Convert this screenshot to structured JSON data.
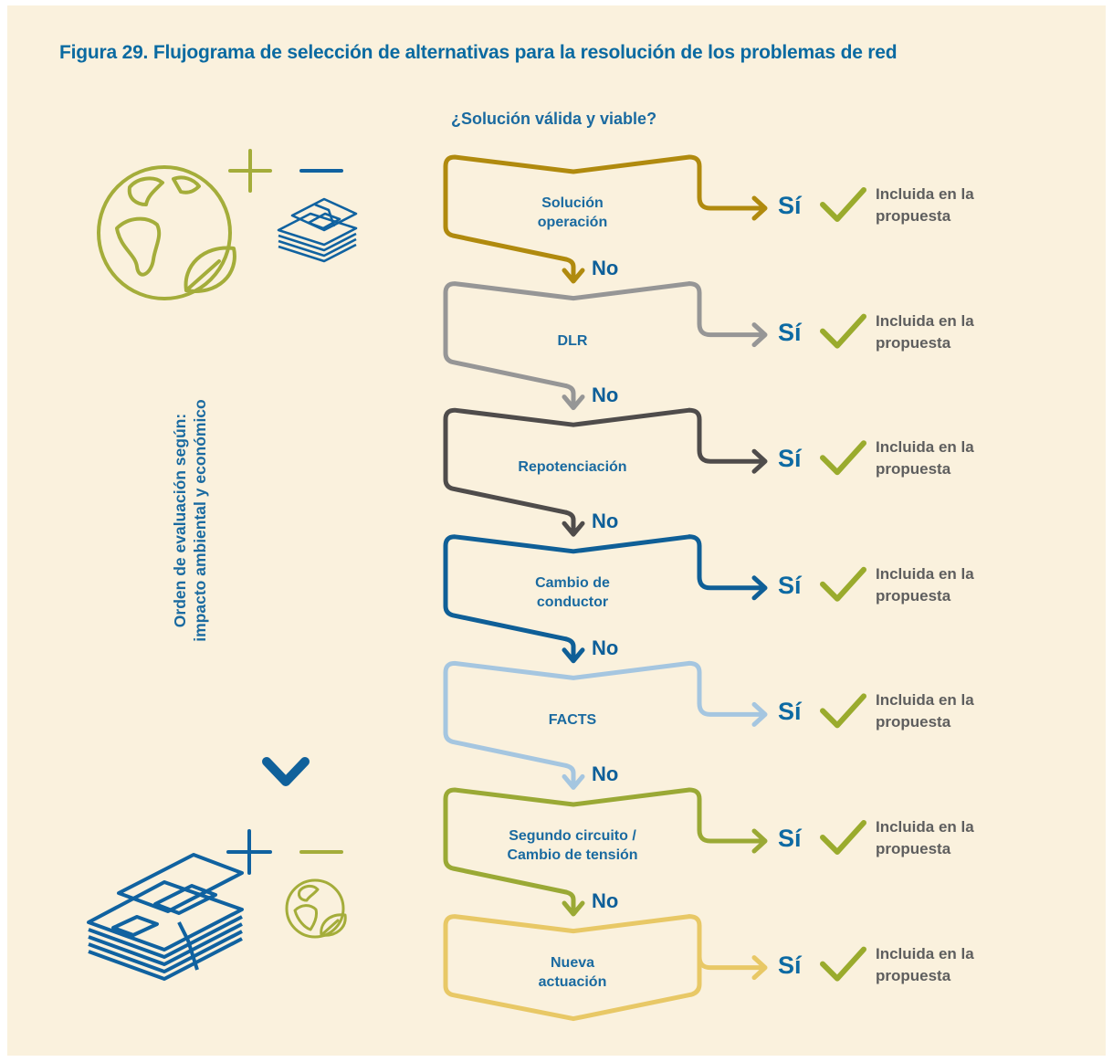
{
  "title": "Figura 29. Flujograma de selección de alternativas para la resolución de los problemas de red",
  "question": "¿Solución válida y viable?",
  "steps": [
    {
      "label_line1": "Solución",
      "label_line2": "operación",
      "color": "#b08a0e"
    },
    {
      "label_line1": "DLR",
      "label_line2": "",
      "color": "#969696"
    },
    {
      "label_line1": "Repotenciación",
      "label_line2": "",
      "color": "#4f4c4b"
    },
    {
      "label_line1": "Cambio de",
      "label_line2": "conductor",
      "color": "#0f5f97"
    },
    {
      "label_line1": "FACTS",
      "label_line2": "",
      "color": "#a5c6e0"
    },
    {
      "label_line1": "Segundo circuito /",
      "label_line2": "Cambio de tensión",
      "color": "#9aa935"
    },
    {
      "label_line1": "Nueva",
      "label_line2": "actuación",
      "color": "#e8c866"
    }
  ],
  "yes_label": "Sí",
  "no_label": "No",
  "included_line1": "Incluida en la",
  "included_line2": "propuesta",
  "check_color": "#9aab2d",
  "vertical_label_line1": "Orden de evaluación según:",
  "vertical_label_line2": "impacto ambiental y económico",
  "icons": {
    "top": [
      "globe-leaf-icon",
      "plus-icon",
      "minus-icon",
      "money-stack-icon"
    ],
    "bottom": [
      "plus-icon",
      "minus-icon",
      "money-stack-icon",
      "globe-leaf-icon"
    ]
  },
  "colors": {
    "background": "#faf1dd",
    "blue": "#0d6aa3",
    "green": "#a4ad3a"
  }
}
